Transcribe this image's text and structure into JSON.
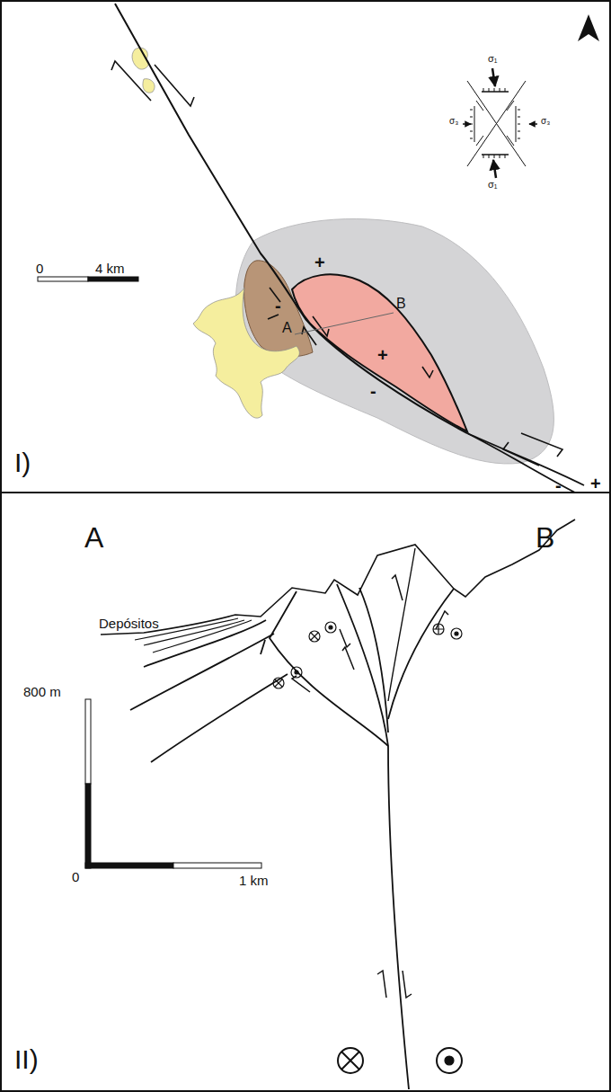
{
  "diagram": {
    "labels": [
      "I)",
      "0",
      "4 km",
      "A",
      "B",
      "+",
      "-",
      "+",
      "-",
      "+",
      "-",
      "σ₁",
      "σ₃",
      "σ₃",
      "σ₁",
      "II)",
      "A",
      "B",
      "Depósitos",
      "800 m",
      "0",
      "1 km"
    ]
  }
}
